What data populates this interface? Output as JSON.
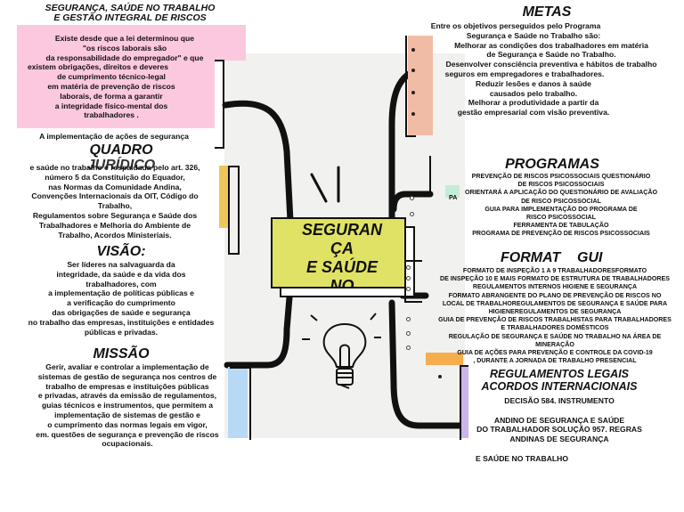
{
  "center": {
    "title_lines": [
      "SEGURAN",
      "ÇA",
      "E SAÚDE",
      "NO"
    ]
  },
  "top_left": {
    "title_lines": [
      "SEGURANÇA, SAÚDE NO TRABALHO",
      "E GESTÃO INTEGRAL DE RISCOS"
    ]
  },
  "pink_box": {
    "lines": [
      "Existe desde que a lei determinou que",
      "\"os riscos laborais são",
      "da responsabilidade do empregador\" e que",
      "existem obrigações, direitos e deveres",
      "de cumprimento técnico-legal",
      "em matéria de prevenção de riscos",
      "laborais, de forma a garantir",
      "a integridade físico-mental dos",
      "trabalhadores ."
    ]
  },
  "implementation_note": "A implementação de ações de segurança",
  "quadro": {
    "heading": "QUADRO",
    "heading_overlap": "JURÍDICO",
    "lines": [
      "e saúde no trabalho é respaldada pelo art. 326,",
      "número 5 da Constituição do Equador,",
      "nas Normas da Comunidade Andina,",
      "Convenções Internacionais da OIT, Código do",
      "Trabalho,",
      "Regulamentos sobre Segurança e Saúde dos",
      "Trabalhadores e Melhoria do Ambiente de",
      "Trabalho, Acordos Ministeriais."
    ]
  },
  "visao": {
    "heading": "VISÃO:",
    "lines": [
      "Ser líderes na salvaguarda da",
      "integridade, da saúde e da vida dos",
      "trabalhadores, com",
      "a implementação de políticas públicas e",
      "a verificação do cumprimento",
      "das obrigações de saúde e segurança",
      "no trabalho das empresas, instituições e entidades",
      "públicas e privadas."
    ]
  },
  "missao": {
    "heading": "MISSÃO",
    "lines": [
      "Gerir, avaliar e controlar a implementação de",
      "sistemas de gestão de segurança nos centros de",
      "trabalho de empresas e instituições públicas",
      "e privadas, através da emissão de regulamentos,",
      "guias técnicos e instrumentos, que permitem a",
      "implementação de sistemas de gestão e",
      "o cumprimento das normas legais em vigor,",
      "em. questões de segurança e prevenção de riscos",
      "ocupacionais."
    ]
  },
  "metas": {
    "heading": "METAS",
    "lines": [
      "Entre os objetivos perseguidos pelo Programa",
      "Segurança e Saúde no Trabalho são:",
      "Melhorar as condições dos trabalhadores em matéria",
      "de Segurança e Saúde no Trabalho.",
      "Desenvolver consciência preventiva e hábitos de trabalho",
      "seguros em empregadores e trabalhadores.",
      "Reduzir lesões e danos à saúde",
      "causados pelo trabalho.",
      "Melhorar a produtividade a partir da",
      "gestão empresarial com visão preventiva."
    ]
  },
  "programas": {
    "heading": "PROGRAMAS",
    "side_fragment": "PA",
    "lines": [
      "PREVENÇÃO DE RISCOS PSICOSSOCIAIS QUESTIONÁRIO",
      "DE RISCOS PSICOSSOCIAIS",
      "ORIENTARÁ A APLICAÇÃO DO QUESTIONÁRIO DE AVALIAÇÃO",
      "DE RISCO PSICOSSOCIAL",
      "GUIA PARA IMPLEMENTAÇÃO DO PROGRAMA DE",
      "RISCO PSICOSSOCIAL",
      "FERRAMENTA DE TABULAÇÃO",
      "PROGRAMA DE PREVENÇÃO DE RISCOS PSICOSSOCIAIS"
    ]
  },
  "formatos": {
    "heading": "FORMAT",
    "heading_right": "GUI",
    "lines": [
      "FORMATO DE INSPEÇÃO 1 A 9 TRABALHADORESFORMATO",
      "DE INSPEÇÃO 10 E MAIS FORMATO DE ESTRUTURA DE TRABALHADORES",
      "REGULAMENTOS INTERNOS HIGIENE E SEGURANÇA",
      "FORMATO ABRANGENTE DO PLANO DE PREVENÇÃO DE RISCOS NO",
      "LOCAL DE TRABALHOREGULAMENTOS DE SEGURANÇA E SAÚDE PARA",
      "HIGIENEREGULAMENTOS DE SEGURANÇA",
      "GUIA DE PREVENÇÃO DE RISCOS TRABALHISTAS PARA TRABALHADORES",
      "E TRABALHADORES DOMÉSTICOS",
      "REGULAÇÃO DE SEGURANÇA E SAÚDE NO TRABALHO NA ÁREA DE",
      "MINERAÇÃO",
      "GUIA DE AÇÕES PARA PREVENÇÃO E CONTROLE DA COVID-19",
      ", DURANTE A JORNADA DE TRABALHO PRESENCIAL"
    ]
  },
  "regulamentos": {
    "heading_lines": [
      "REGULAMENTOS LEGAIS",
      "ACORDOS INTERNACIONAIS"
    ],
    "lines": [
      "DECISÃO 584. INSTRUMENTO",
      "",
      "ANDINO DE SEGURANÇA E SAÚDE",
      "DO TRABALHADOR SOLUÇÃO 957. REGRAS",
      "ANDINAS DE SEGURANÇA",
      "",
      "E SAÚDE NO TRABALHO"
    ]
  },
  "colors": {
    "pink": "#fcc8df",
    "yellow": "#e0e265",
    "salmon": "#f1bca5",
    "light_blue": "#b8d9f6",
    "orange": "#f6ad4c",
    "lavender": "#c9b5ea",
    "mint": "#c6ecd6",
    "gold": "#efc65a"
  },
  "icons": [
    "lightbulb-icon",
    "rays-icon"
  ]
}
